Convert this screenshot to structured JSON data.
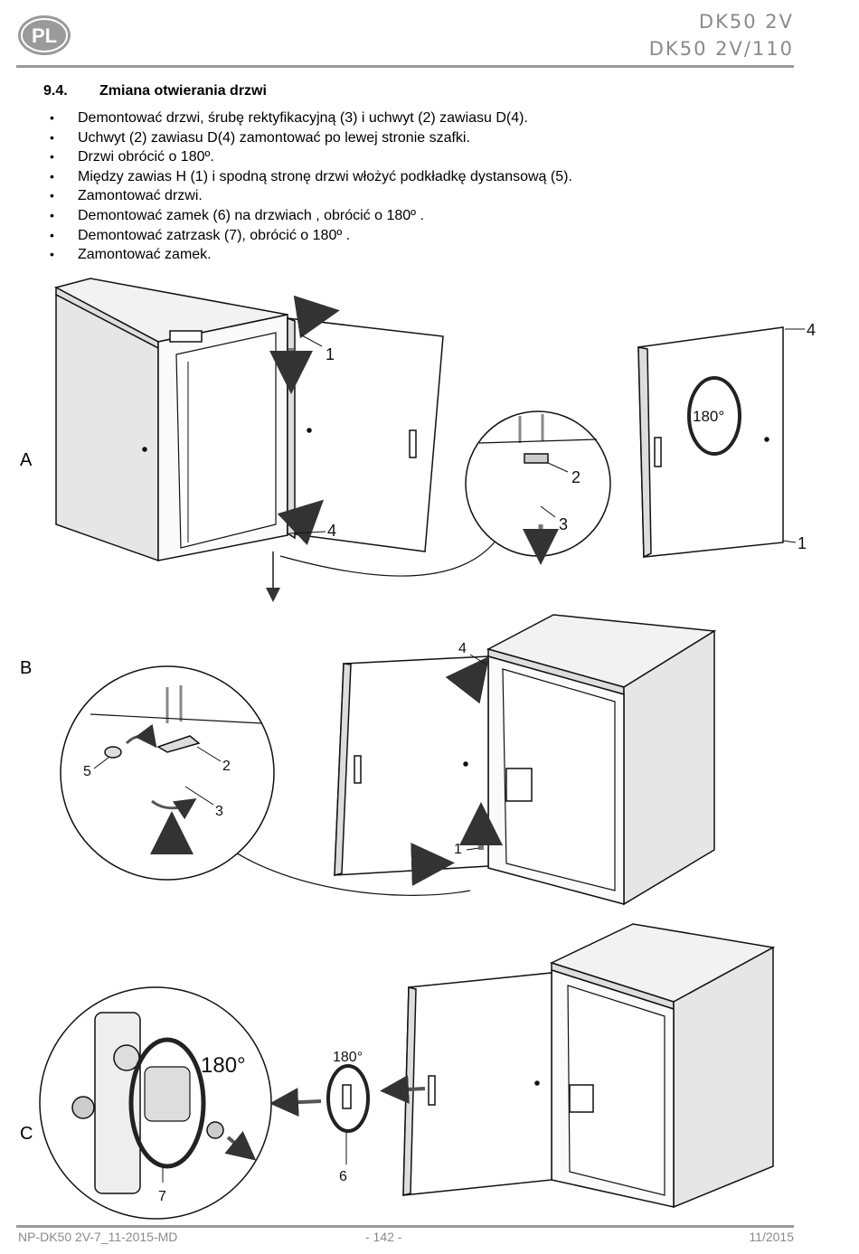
{
  "header": {
    "badge": "PL",
    "model_lines": [
      "DK50 2V",
      "DK50 2V/110"
    ]
  },
  "section": {
    "number": "9.4.",
    "title": "Zmiana otwierania drzwi"
  },
  "steps": [
    "Demontować drzwi, śrubę rektyfikacyjną (3) i uchwyt (2) zawiasu D(4).",
    "Uchwyt (2) zawiasu D(4) zamontować po lewej stronie szafki.",
    "Drzwi obrócić o 180º.",
    "Między zawias H (1) i spodną stronę drzwi włożyć podkładkę dystansową (5).",
    "Zamontować drzwi.",
    "Demontować zamek (6) na drzwiach , obrócić o 180º .",
    "Demontować zatrzask (7), obrócić o 180º .",
    "Zamontować zamek."
  ],
  "bullet": "•",
  "figure": {
    "panel_labels": [
      "A",
      "B",
      "C"
    ],
    "panel_a": {
      "callouts": [
        "1",
        "4",
        "2",
        "3",
        "4",
        "1"
      ],
      "rotation": "180°"
    },
    "panel_b": {
      "callouts": [
        "4",
        "5",
        "2",
        "3",
        "1"
      ]
    },
    "panel_c": {
      "callouts": [
        "7",
        "6"
      ],
      "rotation_big": "180°",
      "rotation_small": "180°"
    }
  },
  "footer": {
    "doc_id": "NP-DK50 2V-7_11-2015-MD",
    "page": "- 142 -",
    "date": "11/2015"
  }
}
